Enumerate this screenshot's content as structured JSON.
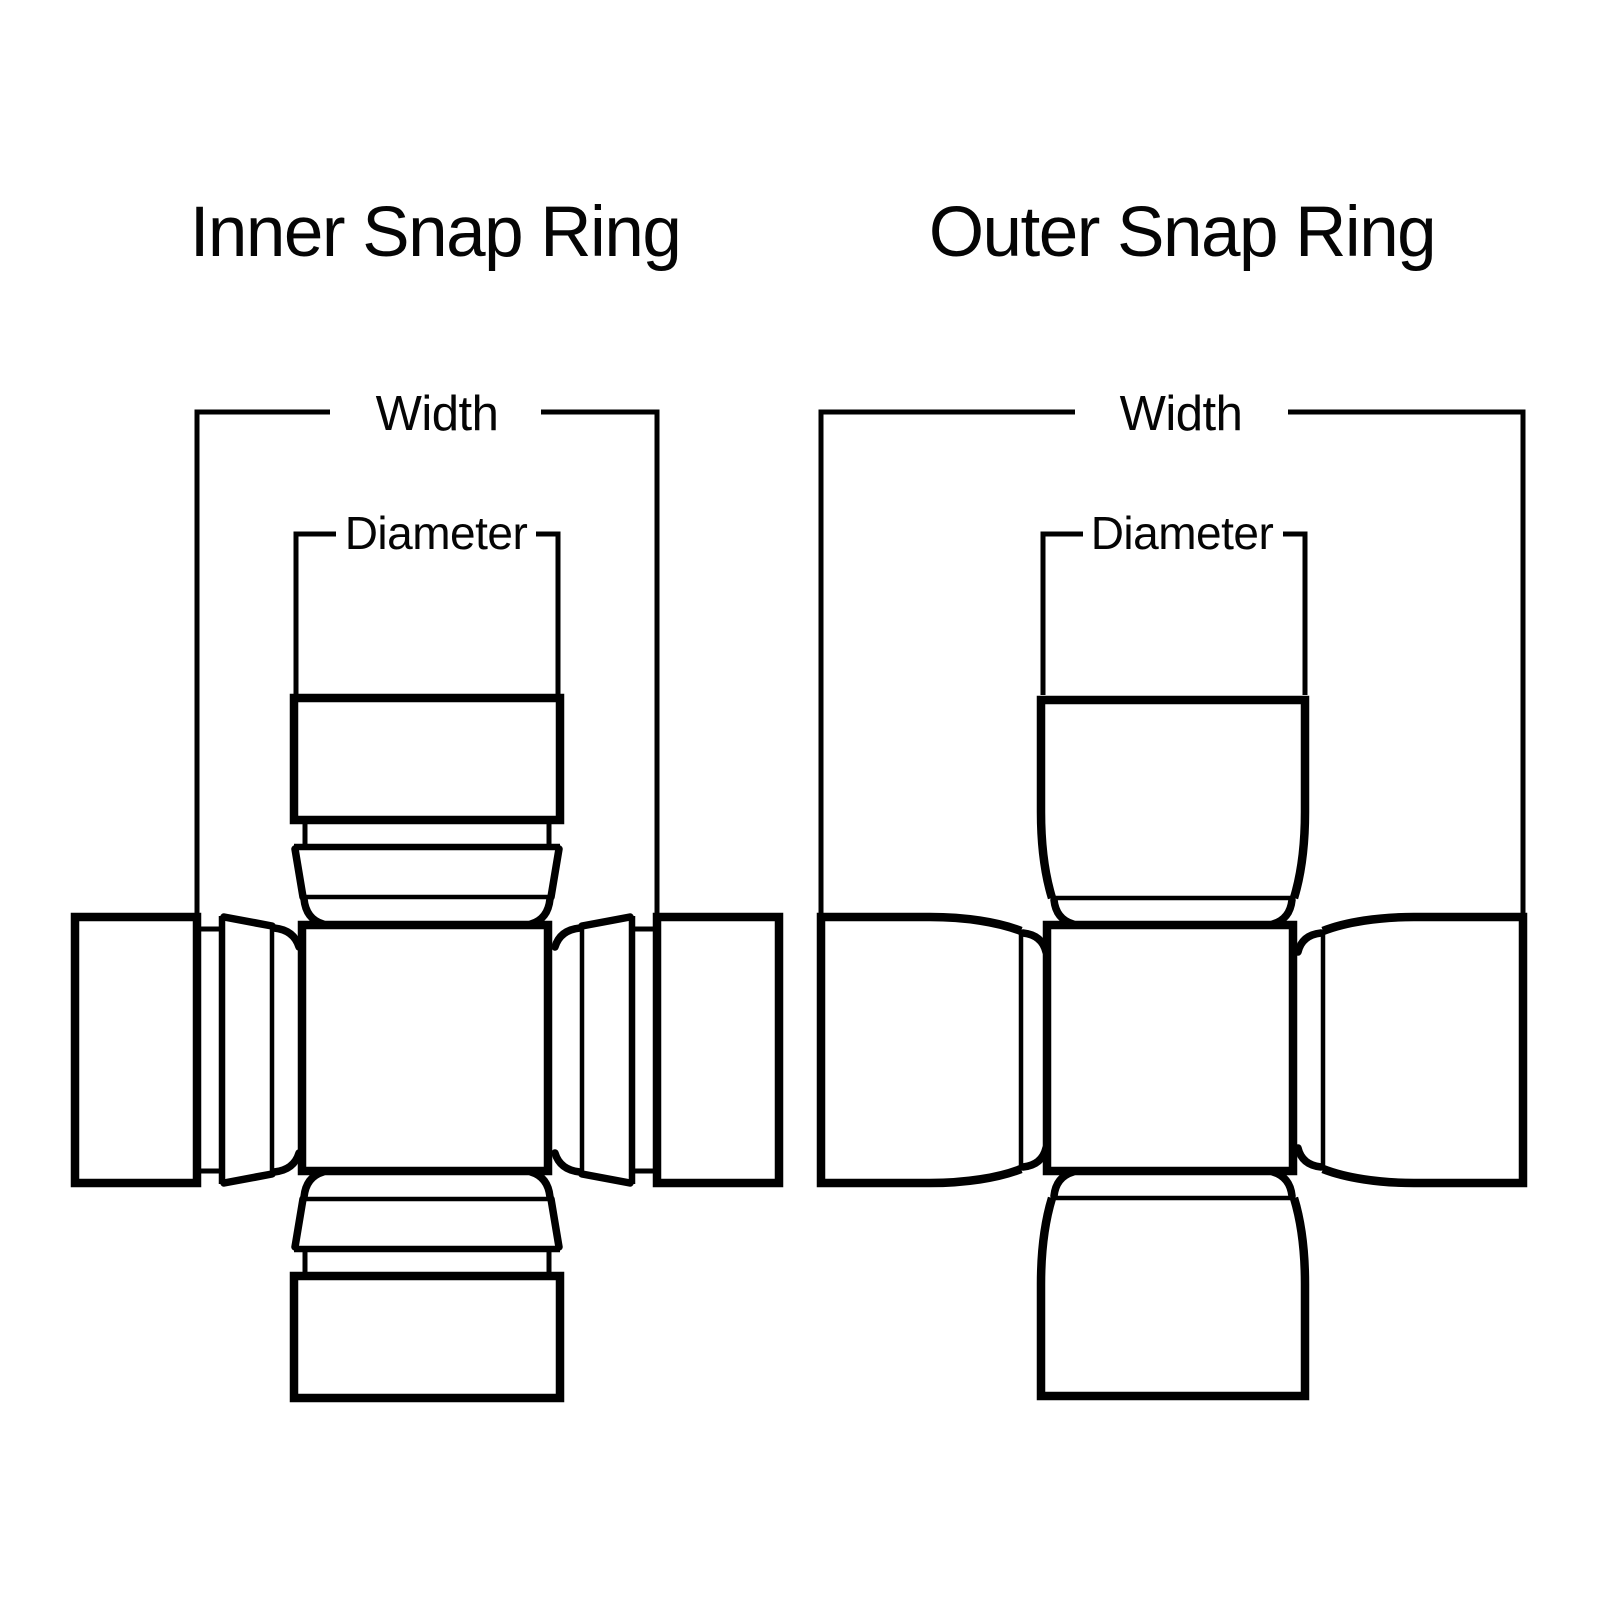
{
  "page": {
    "background_color": "#ffffff",
    "line_color": "#000000"
  },
  "figures": [
    {
      "id": "inner",
      "title": "Inner Snap Ring",
      "dimension_labels": {
        "width": "Width",
        "diameter": "Diameter"
      }
    },
    {
      "id": "outer",
      "title": "Outer Snap Ring",
      "dimension_labels": {
        "width": "Width",
        "diameter": "Diameter"
      }
    }
  ]
}
